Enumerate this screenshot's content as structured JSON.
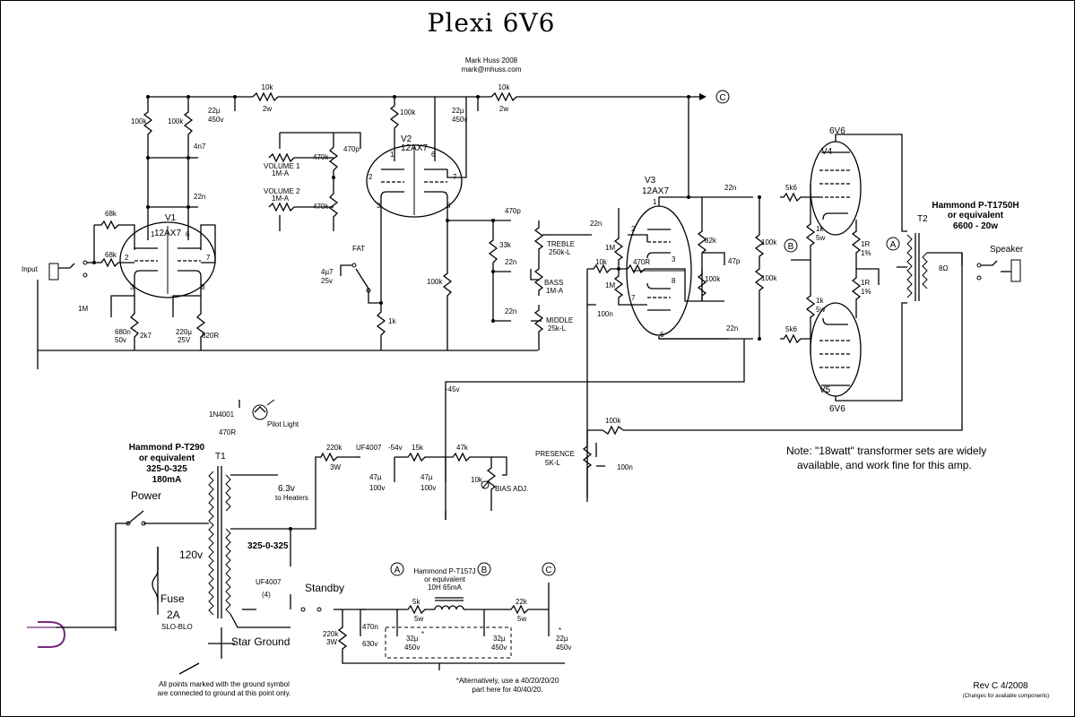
{
  "title": "Plexi 6V6",
  "author": {
    "name": "Mark Huss 2008",
    "email": "mark@mhuss.com"
  },
  "revision": {
    "rev": "Rev C 4/2008",
    "note": "(Changes for available components)"
  },
  "note": {
    "line1": "Note: \"18watt\" transformer sets are widely",
    "line2": "available, and work fine for this amp."
  },
  "ground_note": {
    "line1": "All points marked with the ground symbol",
    "line2": "are connected to ground at this point only."
  },
  "alt_note": {
    "line1": "*Alternatively, use a 40/20/20/20",
    "line2": "part here for 40/40/20."
  },
  "nodes": {
    "a": "A",
    "b": "B",
    "c": "C",
    "minus45": "-45v",
    "minus54": "-54v"
  },
  "tubes": {
    "v1": {
      "name": "V1",
      "type": "12AX7"
    },
    "v2": {
      "name": "V2",
      "type": "12AX7"
    },
    "v3": {
      "name": "V3",
      "type": "12AX7"
    },
    "v4": {
      "name": "V4",
      "type": "6V6"
    },
    "v5": {
      "name": "V5",
      "type": "6V6"
    }
  },
  "controls": {
    "volume1": {
      "name": "VOLUME 1",
      "value": "1M-A"
    },
    "volume2": {
      "name": "VOLUME 2",
      "value": "1M-A"
    },
    "treble": {
      "name": "TREBLE",
      "value": "250k-L"
    },
    "bass": {
      "name": "BASS",
      "value": "1M-A"
    },
    "middle": {
      "name": "MIDDLE",
      "value": "25k-L"
    },
    "presence": {
      "name": "PRESENCE",
      "value": "5K-L"
    },
    "fat": "FAT",
    "bias": "BIAS ADJ.",
    "power": "Power",
    "standby": "Standby"
  },
  "output_transformer": {
    "ref": "T2",
    "part": "Hammond P-T1750H",
    "equiv": "or equivalent",
    "spec": "6600 - 20w",
    "speaker": "Speaker",
    "imp": "8Ω"
  },
  "power_transformer": {
    "ref": "T1",
    "part": "Hammond P-T290",
    "equiv": "or equivalent",
    "spec": "325-0-325",
    "current": "180mA",
    "primary": "120v",
    "secondary": "325-0-325",
    "heaters": "6.3v",
    "heaters_note": "to Heaters"
  },
  "choke": {
    "part": "Hammond P-T157J",
    "equiv": "or equivalent",
    "spec": "10H 65mA"
  },
  "fuse": {
    "name": "Fuse",
    "rating": "2A",
    "type": "SLO-BLO"
  },
  "pilot": {
    "diode": "1N4001",
    "res": "470R",
    "lamp": "Pilot Light"
  },
  "rectifier": {
    "part": "UF4007",
    "count": "(4)"
  },
  "star_ground": "Star Ground",
  "input_label": "Input",
  "pin_labels": [
    "1",
    "2",
    "3",
    "6",
    "7",
    "8"
  ],
  "comp": {
    "r100k": "100k",
    "r68k": "68k",
    "r1M": "1M",
    "c680n": "680n",
    "v50": "50v",
    "r2k7": "2k7",
    "c220u": "220µ",
    "v25": "25V",
    "r820": "820R",
    "c22u": "22µ",
    "v450": "450v",
    "r10k": "10k",
    "w2": "2w",
    "c4n7": "4n7",
    "c22n": "22n",
    "r470k": "470k",
    "c470p": "470p",
    "c4u7": "4µ7",
    "v25l": "25v",
    "r1k": "1k",
    "r33k": "33k",
    "c100n": "100n",
    "r470R": "470R",
    "r82k": "82k",
    "c47p": "47p",
    "r5k6": "5k6",
    "w5": "5w",
    "r1R": "1R",
    "pct1": "1%",
    "r220k": "220k",
    "w3": "3W",
    "uf4007": "UF4007",
    "r15k": "15k",
    "r47k": "47k",
    "c47u": "47µ",
    "v100": "100v",
    "c470n": "470n",
    "v630": "630v",
    "c32u": "32µ",
    "r5k": "5k",
    "w5b": "5w",
    "r22k": "22k",
    "w5c": "5w",
    "star": "*",
    "r220k3": "220k",
    "w3b": "3W"
  }
}
